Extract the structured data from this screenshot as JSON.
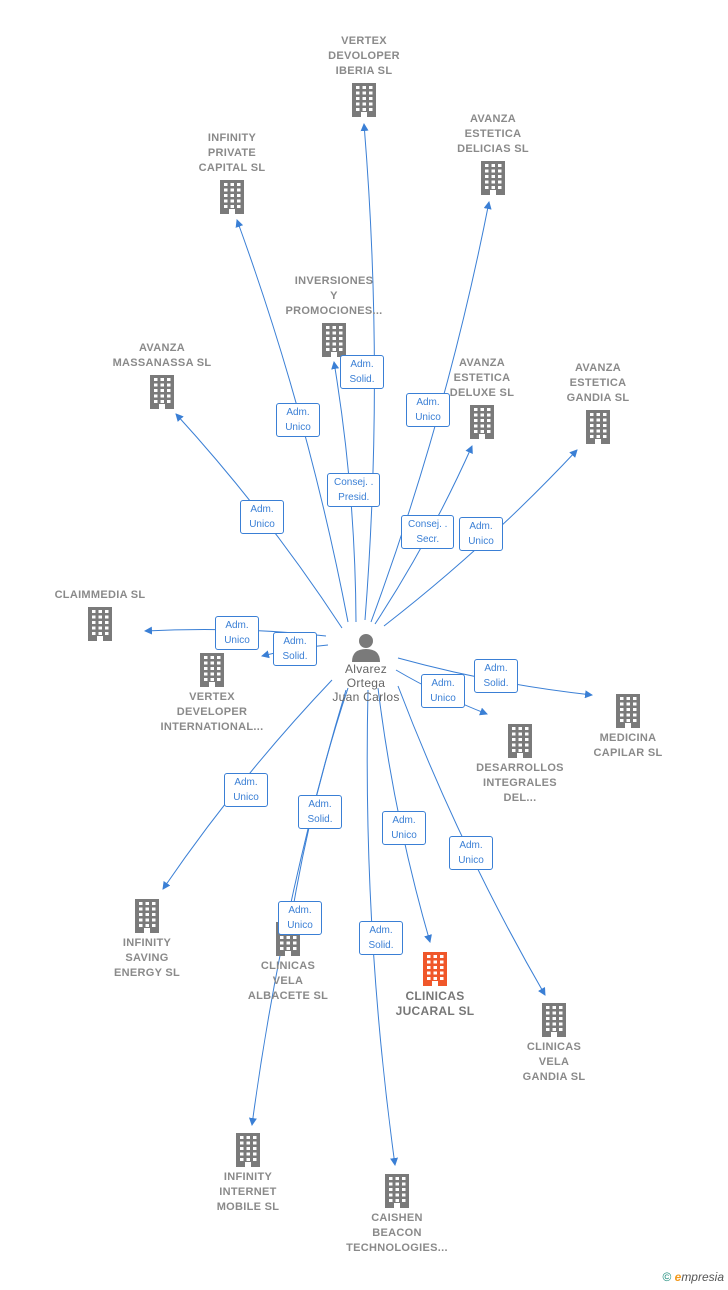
{
  "center": {
    "name": "Alvarez\nOrtega\nJuan Carlos"
  },
  "companies": [
    {
      "id": "vertex_iberia",
      "name": "VERTEX\nDEVOLOPER\nIBERIA  SL"
    },
    {
      "id": "infinity_private",
      "name": "INFINITY\nPRIVATE\nCAPITAL  SL"
    },
    {
      "id": "avanza_delicias",
      "name": "AVANZA\nESTETICA\nDELICIAS SL"
    },
    {
      "id": "inversiones",
      "name": "INVERSIONES\nY\nPROMOCIONES..."
    },
    {
      "id": "avanza_massanassa",
      "name": "AVANZA\nMASSANASSA SL"
    },
    {
      "id": "avanza_deluxe",
      "name": "AVANZA\nESTETICA\nDELUXE SL"
    },
    {
      "id": "avanza_gandia",
      "name": "AVANZA\nESTETICA\nGANDIA SL"
    },
    {
      "id": "claimmedia",
      "name": "CLAIMMEDIA SL"
    },
    {
      "id": "vertex_intl",
      "name": "VERTEX\nDEVELOPER\nINTERNATIONAL..."
    },
    {
      "id": "medicina",
      "name": "MEDICINA\nCAPILAR  SL"
    },
    {
      "id": "desarrollos",
      "name": "DESARROLLOS\nINTEGRALES\nDEL..."
    },
    {
      "id": "infinity_saving",
      "name": "INFINITY\nSAVING\nENERGY  SL"
    },
    {
      "id": "clinicas_albacete",
      "name": "CLINICAS\nVELA\nALBACETE  SL"
    },
    {
      "id": "clinicas_jucaral",
      "name": "CLINICAS\nJUCARAL  SL",
      "highlight": true
    },
    {
      "id": "clinicas_gandia",
      "name": "CLINICAS\nVELA\nGANDIA  SL"
    },
    {
      "id": "infinity_internet",
      "name": "INFINITY\nINTERNET\nMOBILE  SL"
    },
    {
      "id": "caishen",
      "name": "CAISHEN\nBEACON\nTECHNOLOGIES..."
    }
  ],
  "relations": [
    {
      "to": "vertex_iberia",
      "label": "Adm.\nSolid."
    },
    {
      "to": "infinity_private",
      "label": "Adm.\nUnico"
    },
    {
      "to": "avanza_delicias",
      "label": "Adm.\nUnico"
    },
    {
      "to": "inversiones",
      "label": "Consej. .\nPresid."
    },
    {
      "to": "avanza_massanassa",
      "label": "Adm.\nUnico"
    },
    {
      "to": "avanza_deluxe",
      "label": "Consej. .\nSecr."
    },
    {
      "to": "avanza_gandia",
      "label": "Adm.\nUnico"
    },
    {
      "to": "claimmedia",
      "label": "Adm.\nUnico"
    },
    {
      "to": "vertex_intl",
      "label": "Adm.\nSolid."
    },
    {
      "to": "medicina",
      "label": "Adm.\nSolid."
    },
    {
      "to": "desarrollos",
      "label": "Adm.\nUnico"
    },
    {
      "to": "infinity_saving",
      "label": "Adm.\nUnico"
    },
    {
      "to": "clinicas_albacete",
      "label": "Adm.\nSolid."
    },
    {
      "to": "clinicas_jucaral",
      "label": "Adm.\nUnico"
    },
    {
      "to": "clinicas_gandia",
      "label": "Adm.\nUnico"
    },
    {
      "to": "infinity_internet",
      "label": "Adm.\nUnico"
    },
    {
      "to": "caishen",
      "label": "Adm.\nSolid."
    }
  ],
  "colors": {
    "edge": "#3a7fd5",
    "building": "#7a7a7a",
    "highlight": "#f0572a"
  },
  "footer": {
    "copyright": "©",
    "brand_e": "e",
    "brand_rest": "mpresia"
  }
}
